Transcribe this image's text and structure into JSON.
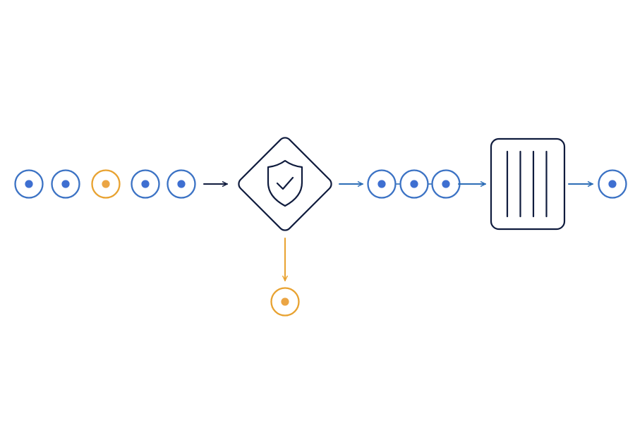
{
  "colors": {
    "background": "#ffffff",
    "item_blue": "#3b72c4",
    "item_blue_dot": "#3e6fd1",
    "item_orange": "#e8a230",
    "item_orange_dot": "#eba544",
    "node_stroke": "#0f1b3d",
    "flow_arrow": "#2c6db6",
    "input_arrow": "#0f1b3d"
  },
  "icons": {
    "filter_node": "shield-check-icon",
    "buffer_node": "queue-slots-icon"
  },
  "input_queue": [
    {
      "kind": "accepted"
    },
    {
      "kind": "accepted"
    },
    {
      "kind": "rejected"
    },
    {
      "kind": "accepted"
    },
    {
      "kind": "accepted"
    }
  ],
  "accepted_queue": [
    {
      "kind": "accepted"
    },
    {
      "kind": "accepted"
    },
    {
      "kind": "accepted"
    }
  ],
  "buffer": {
    "slots": 4
  },
  "output_item": {
    "kind": "accepted"
  },
  "rejected_item": {
    "kind": "rejected"
  }
}
